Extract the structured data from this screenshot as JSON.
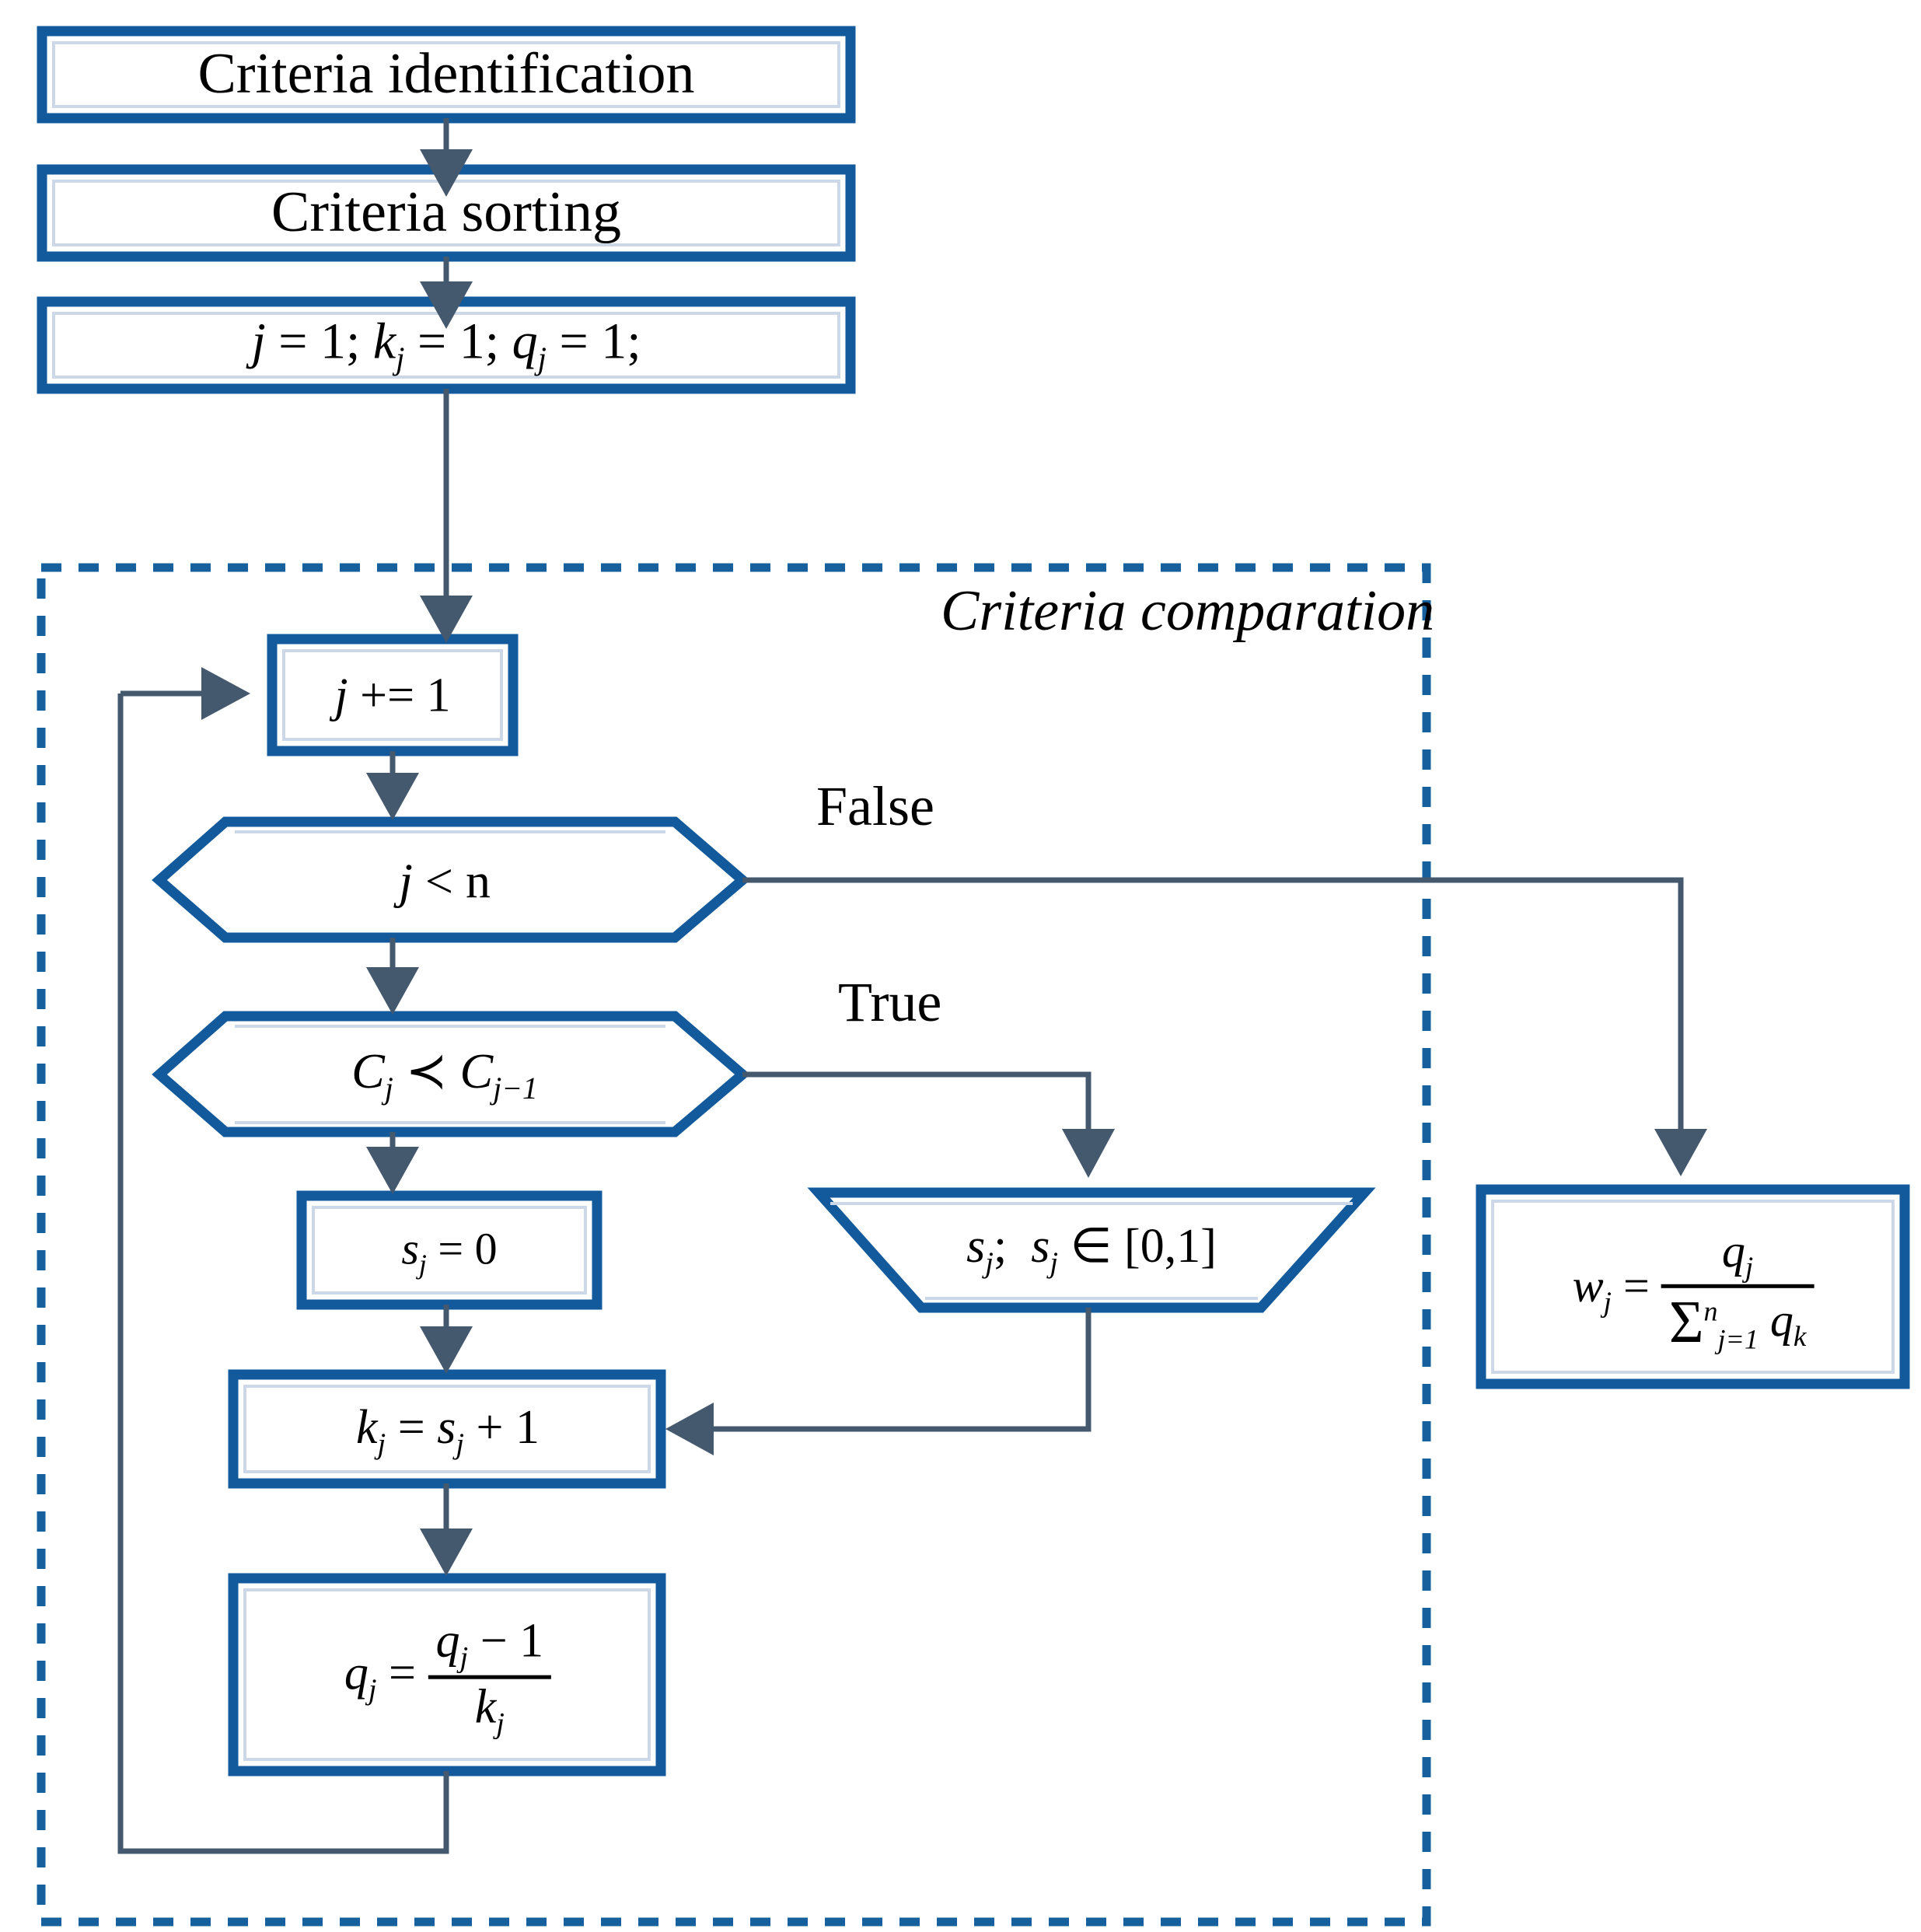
{
  "diagram": {
    "title_note": "Criteria comparation",
    "container_label": "Criteria comparation",
    "colors": {
      "shape_stroke": "#125a9c",
      "connector": "#44586e",
      "dashed_group": "#16609e",
      "background": "#ffffff",
      "text": "#000000"
    },
    "nodes": [
      {
        "id": "n1",
        "shape": "process",
        "text": "Criteria identification"
      },
      {
        "id": "n2",
        "shape": "process",
        "text": "Criteria sorting"
      },
      {
        "id": "n3",
        "shape": "process",
        "text": "j = 1; kj = 1; qj = 1;"
      },
      {
        "id": "n4",
        "shape": "process",
        "text": "j += 1"
      },
      {
        "id": "n5",
        "shape": "decision",
        "text": "j < n"
      },
      {
        "id": "n6",
        "shape": "decision",
        "text": "Cj ≺ Cj−1"
      },
      {
        "id": "n7",
        "shape": "process",
        "text": "sj = 0"
      },
      {
        "id": "n8",
        "shape": "manual-input",
        "text": "sj;  sj ∈ [0,1]"
      },
      {
        "id": "n9",
        "shape": "process",
        "text": "kj = sj + 1"
      },
      {
        "id": "n10",
        "shape": "process",
        "text": "qj = (qj − 1) / kj"
      },
      {
        "id": "n11",
        "shape": "process",
        "text": "wj = qj / Σ(j=1..n) qk"
      }
    ],
    "edge_labels": {
      "false": "False",
      "true": "True"
    },
    "pieces": {
      "var_j": "j",
      "var_k": "k",
      "var_q": "q",
      "var_s": "s",
      "var_w": "w",
      "var_C": "C",
      "var_n": "n",
      "sub_j": "j",
      "sub_k": "k",
      "eq": "=",
      "plus_eq": "+=",
      "one": "1",
      "zero": "0",
      "semi": ";",
      "lt": "<",
      "prec": "≺",
      "minus": "−",
      "plus": "+",
      "in": "∈",
      "interval": "[0,1]",
      "sigma": "Σ",
      "sig_upper": "n",
      "sig_lower": "j=1",
      "n3_text": "j = 1; kj = 1; qj = 1;"
    }
  }
}
